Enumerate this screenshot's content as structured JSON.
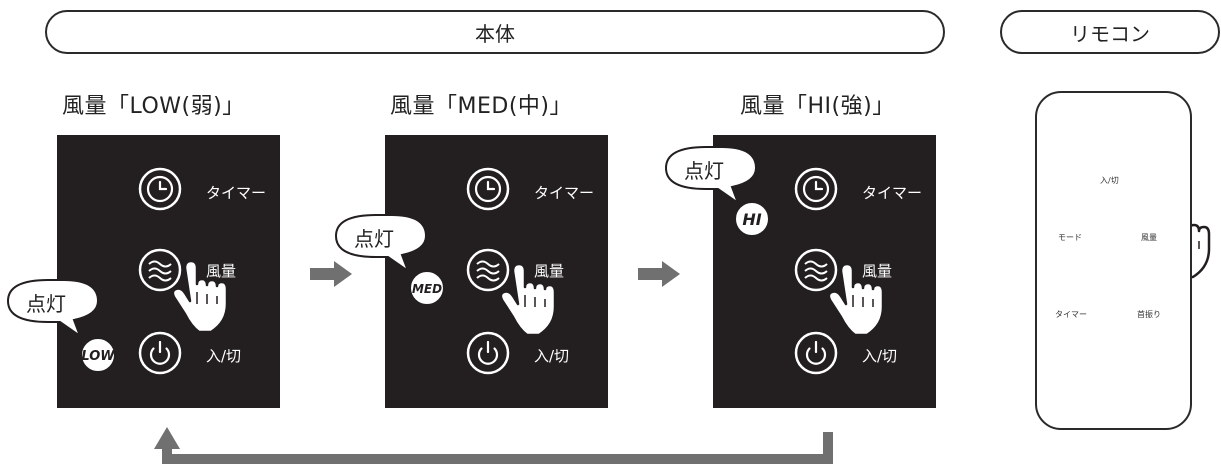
{
  "header": {
    "main_label": "本体",
    "remote_label": "リモコン"
  },
  "panels": [
    {
      "title": "風量「LOW(弱)」",
      "indicator": "LOW"
    },
    {
      "title": "風量「MED(中)」",
      "indicator": "MED"
    },
    {
      "title": "風量「HI(強)」",
      "indicator": "HI"
    }
  ],
  "buttons": {
    "timer": "タイマー",
    "fan": "風量",
    "power": "入/切"
  },
  "callout": "点灯",
  "remote": {
    "power": "入/切",
    "mode": "モード",
    "fan": "風量",
    "timer": "タイマー",
    "swing": "首振り"
  },
  "colors": {
    "panel": "#231f20",
    "arrow": "#707070",
    "outline": "#2a2a2a"
  }
}
